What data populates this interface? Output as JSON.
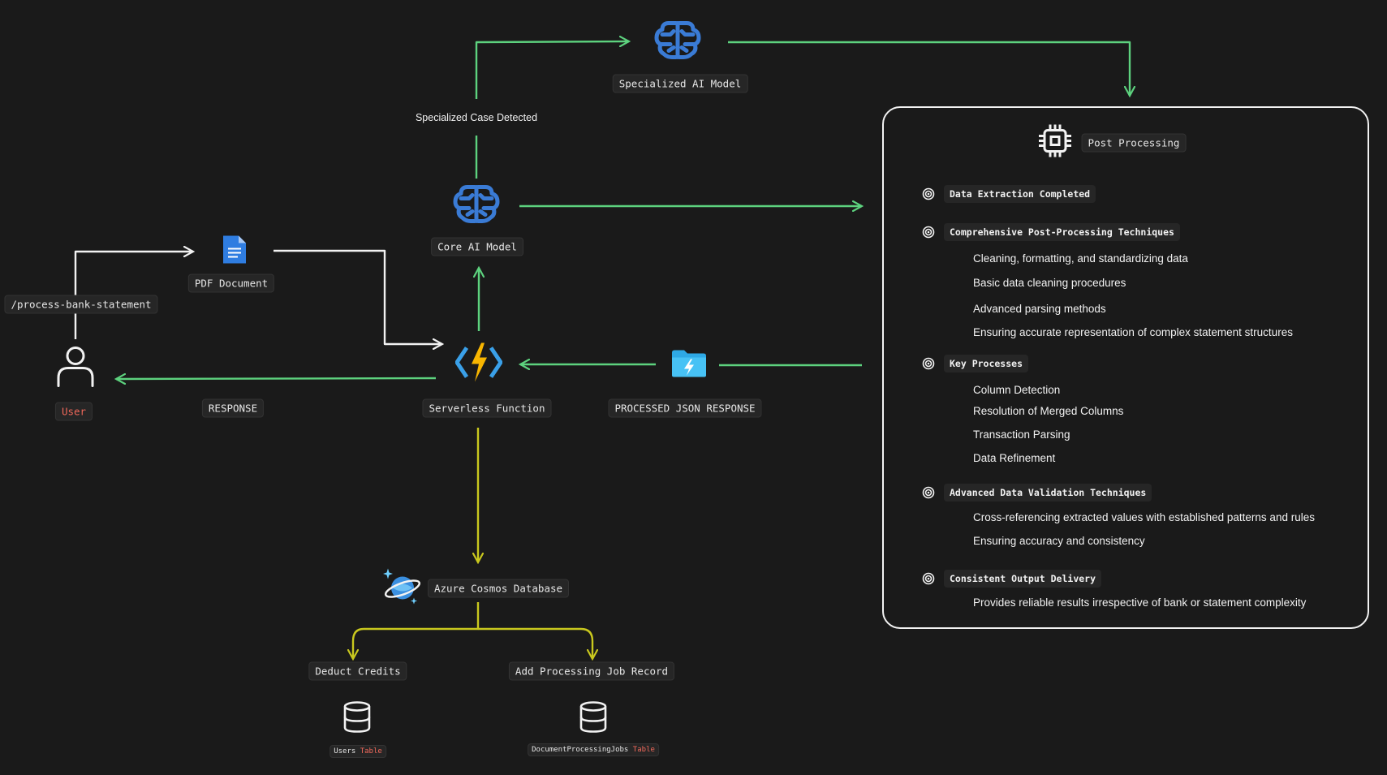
{
  "colors": {
    "green": "#5dd27e",
    "yellow": "#c9c81e",
    "white": "#f2f2f2",
    "red": "#f0685a",
    "blue": "#3a7bd5"
  },
  "nodes": {
    "user": "User",
    "endpoint": "/process-bank-statement",
    "pdf": "PDF Document",
    "response": "RESPONSE",
    "serverless": "Serverless Function",
    "processed_json": "PROCESSED JSON RESPONSE",
    "core_ai": "Core AI Model",
    "specialized_case": "Specialized Case Detected",
    "specialized_ai": "Specialized AI Model",
    "cosmos": "Azure Cosmos Database",
    "deduct_credits": "Deduct Credits",
    "add_job": "Add Processing Job Record",
    "users_table_name": "Users",
    "users_table_suffix": "Table",
    "jobs_table_name": "DocumentProcessingJobs",
    "jobs_table_suffix": "Table"
  },
  "post_processing": {
    "title": "Post Processing",
    "sections": [
      {
        "title": "Data Extraction Completed",
        "items": []
      },
      {
        "title": "Comprehensive Post-Processing Techniques",
        "items": [
          "Cleaning, formatting, and standardizing data",
          "Basic data cleaning procedures",
          "Advanced parsing methods",
          "Ensuring accurate representation of complex statement structures"
        ]
      },
      {
        "title": "Key Processes",
        "items": [
          "Column Detection",
          "Resolution of Merged Columns",
          "Transaction Parsing",
          "Data Refinement"
        ]
      },
      {
        "title": "Advanced Data Validation Techniques",
        "items": [
          "Cross-referencing extracted values with established patterns and rules",
          "Ensuring accuracy and consistency"
        ]
      },
      {
        "title": "Consistent Output Delivery",
        "items": [
          "Provides reliable results irrespective of bank or statement complexity"
        ]
      }
    ]
  },
  "icons": {
    "user": "user-icon",
    "pdf": "document-icon",
    "serverless": "lightning-function-icon",
    "core_ai": "brain-icon",
    "specialized_ai": "brain-icon",
    "processed": "folder-lightning-icon",
    "cosmos": "cosmos-planet-icon",
    "table": "database-icon",
    "post": "chip-icon",
    "bullet": "target-icon"
  }
}
